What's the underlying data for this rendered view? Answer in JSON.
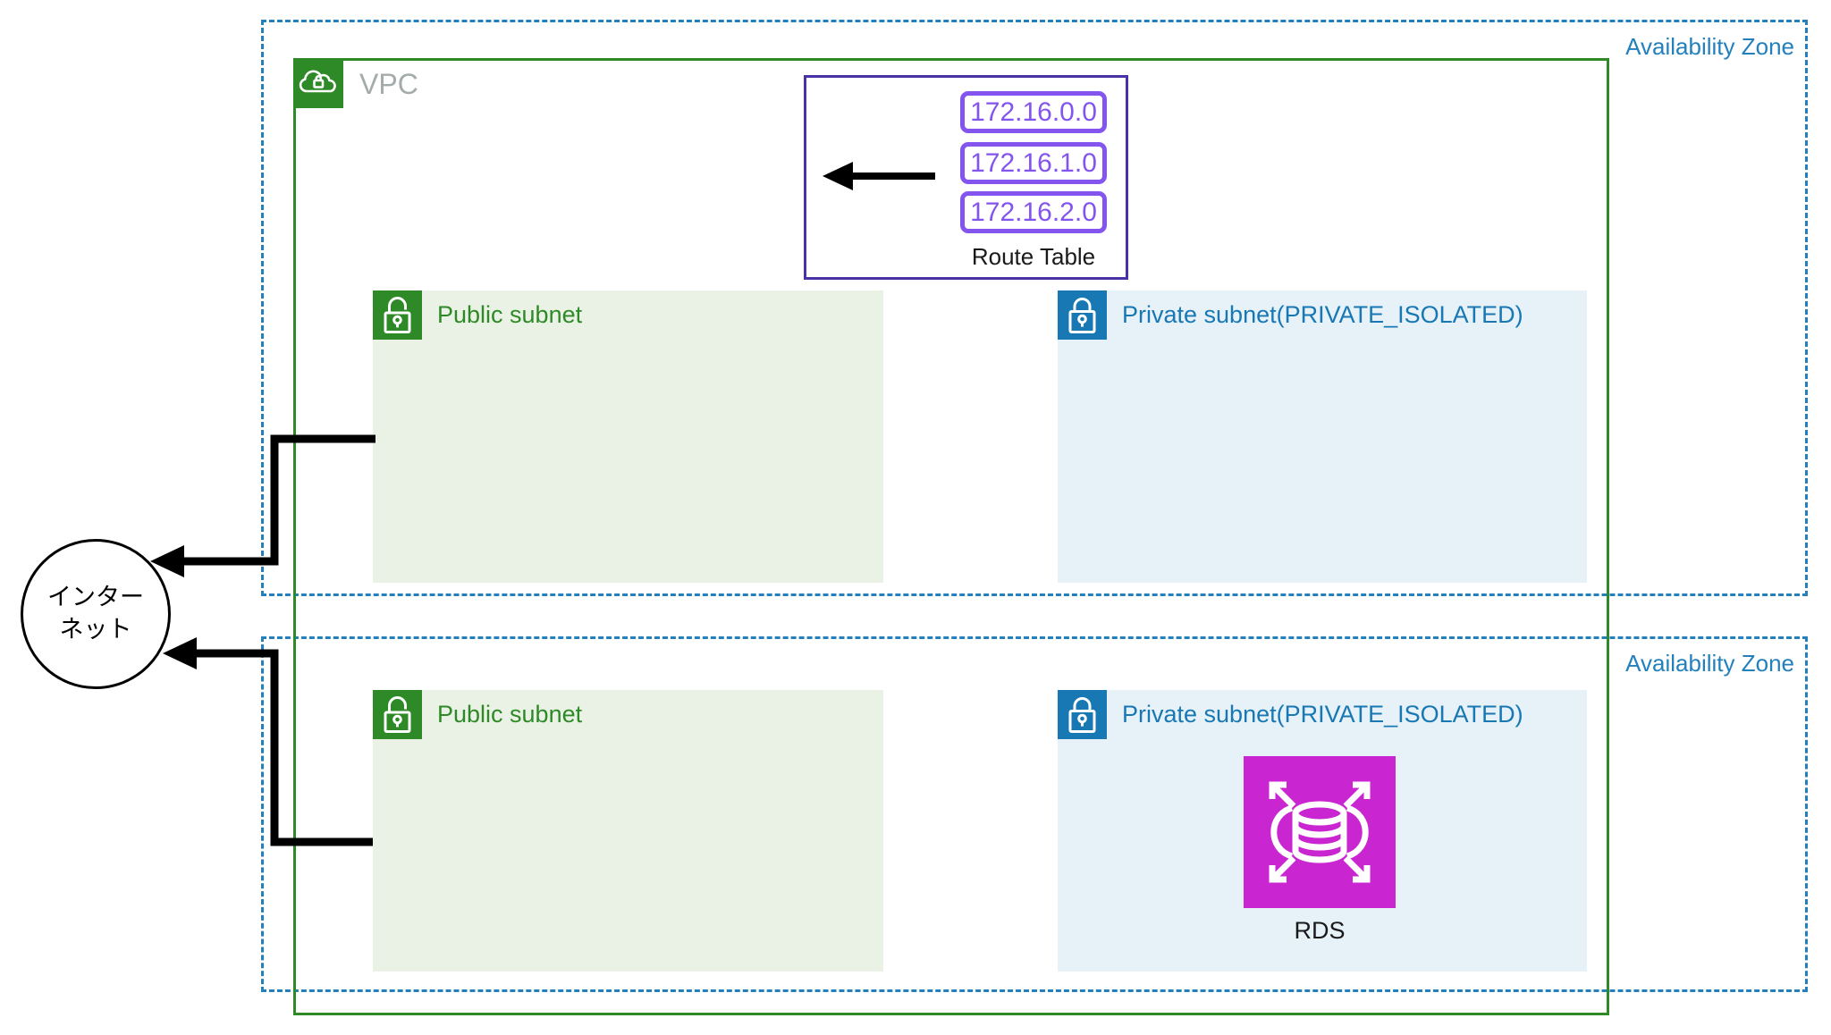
{
  "availability_zones": [
    {
      "label": "Availability Zone"
    },
    {
      "label": "Availability Zone"
    }
  ],
  "vpc": {
    "label": "VPC"
  },
  "route_table": {
    "label": "Route Table",
    "routes": [
      "172.16.0.0",
      "172.16.1.0",
      "172.16.2.0"
    ]
  },
  "subnets": [
    {
      "type": "public",
      "label": "Public subnet"
    },
    {
      "type": "private",
      "label": "Private subnet(PRIVATE_ISOLATED)"
    },
    {
      "type": "public",
      "label": "Public subnet"
    },
    {
      "type": "private",
      "label": "Private subnet(PRIVATE_ISOLATED)"
    }
  ],
  "rds": {
    "label": "RDS"
  },
  "internet": {
    "line1": "インター",
    "line2": "ネット"
  },
  "icons": {
    "vpc": "cloud-with-lock-icon",
    "public_subnet": "open-padlock-icon",
    "private_subnet": "closed-padlock-icon",
    "rds": "database-scaling-icon"
  },
  "colors": {
    "az_border": "#2380bd",
    "az_label": "#2380bd",
    "vpc_border": "#2e8a26",
    "vpc_label": "#a4abab",
    "public_fill": "#eaf2e6",
    "public_accent": "#2e8a26",
    "private_fill": "#e6f1f8",
    "private_accent": "#1878b4",
    "route_table_border": "#4a31a5",
    "route_chip": "#8355ee",
    "rds_fill": "#c925d1",
    "connector": "#000000"
  }
}
